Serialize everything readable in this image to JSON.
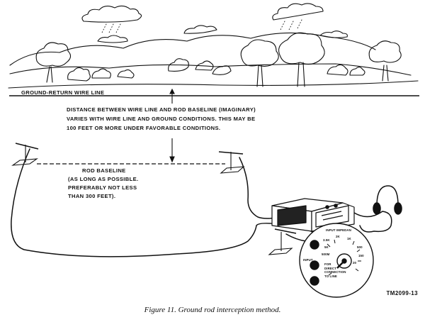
{
  "labels": {
    "wire_line": "GROUND-RETURN WIRE LINE",
    "distance_lines": [
      "DISTANCE BETWEEN WIRE LINE AND ROD BASELINE (IMAGINARY)",
      "VARIES WITH WIRE LINE AND GROUND CONDITIONS. THIS MAY BE",
      "100 FEET OR MORE UNDER FAVORABLE CONDITIONS."
    ],
    "rod_baseline_lines": [
      "ROD BASELINE",
      "(AS LONG AS POSSIBLE.",
      " PREFERABLY NOT LESS",
      " THAN 300 FEET)."
    ]
  },
  "set_panel": {
    "impedance_title": "INPUT IMPEDAN",
    "input_label": "INPUT",
    "dial_values": [
      "3.5K",
      "2K",
      "1K",
      "5K",
      "500",
      "500M",
      "150",
      "20"
    ],
    "direct_note_lines": [
      "FOR",
      "DIRECT",
      "CONNECTION",
      "TO LINE"
    ]
  },
  "figure": {
    "code": "TM2099-13",
    "caption": "Figure 11.   Ground rod interception method."
  }
}
